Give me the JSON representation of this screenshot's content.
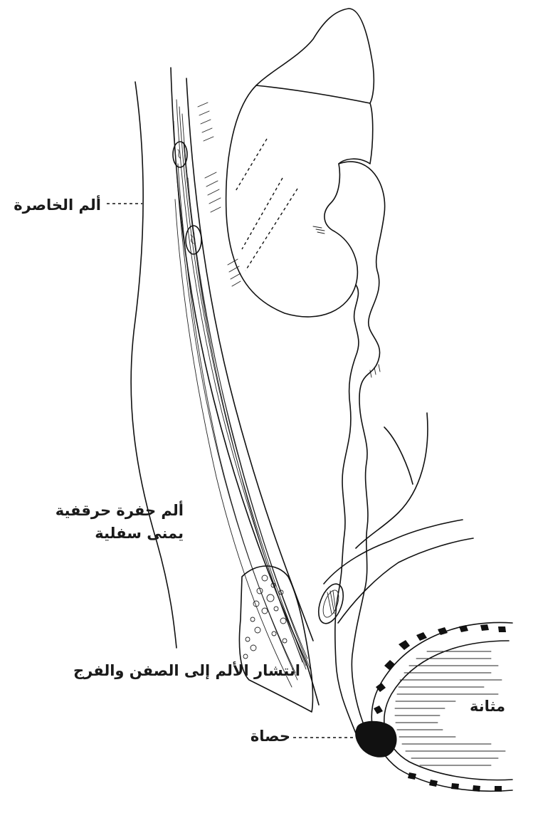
{
  "labels": {
    "flank_pain": "ألم الخاصرة",
    "iliac_pain_line1": "ألم حفرة حرقفية",
    "iliac_pain_line2": "يمنى سفلية",
    "radiating_pain": "انتشار الألم إلى الصفن والفرج",
    "bladder": "مثانة",
    "stone": "حصاة"
  },
  "colors": {
    "ink": "#111111",
    "background": "#ffffff"
  }
}
